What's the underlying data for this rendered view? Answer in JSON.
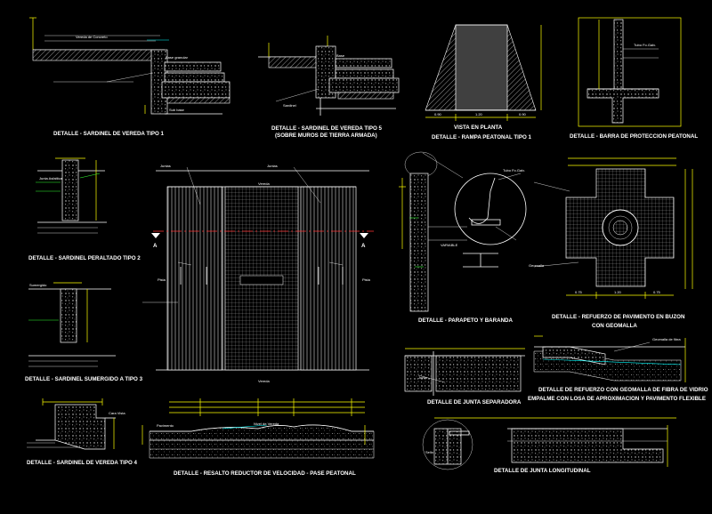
{
  "titles": {
    "sardinel_tipo1": "DETALLE - SARDINEL DE VEREDA TIPO 1",
    "sardinel_tipo5_a": "DETALLE - SARDINEL DE VEREDA TIPO 5",
    "sardinel_tipo5_b": "(SOBRE MUROS DE TIERRA ARMADA)",
    "vista_planta": "VISTA EN PLANTA",
    "rampa_peatonal": "DETALLE - RAMPA PEATONAL TIPO 1",
    "barra_proteccion": "DETALLE - BARRA DE PROTECCION PEATONAL",
    "sardinel_peraltado": "DETALLE - SARDINEL PERALTADO TIPO 2",
    "sardinel_sumergido": "DETALLE - SARDINEL SUMERGIDO A TIPO 3",
    "sardinel_tipo4": "DETALLE - SARDINEL DE VEREDA TIPO 4",
    "parapeto_baranda": "DETALLE - PARAPETO Y BARANDA",
    "refuerzo_buzon_a": "DETALLE - REFUERZO DE PAVIMENTO EN BUZON",
    "refuerzo_buzon_b": "CON GEOMALLA",
    "junta_separadora": "DETALLE DE JUNTA SEPARADORA",
    "refuerzo_geomalla_a": "DETALLE DE REFUERZO CON GEOMALLA DE FIBRA DE VIDRIO",
    "refuerzo_geomalla_b": "EMPALME CON LOSA DE APROXIMACION Y PAVIMENTO FLEXIBLE",
    "resalto_reductor": "DETALLE - RESALTO REDUCTOR DE VELOCIDAD - PASE PEATONAL",
    "junta_longitudinal": "DETALLE DE JUNTA LONGITUDINAL"
  },
  "section_marks": {
    "left": "A",
    "right": "A"
  },
  "icons": [
    "section-mark-triangle-icon"
  ]
}
